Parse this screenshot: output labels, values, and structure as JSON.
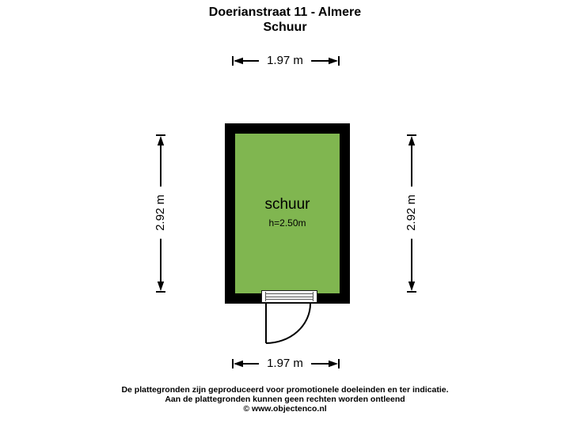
{
  "header": {
    "title_line1": "Doerianstraat 11 - Almere",
    "title_line2": "Schuur"
  },
  "floorplan": {
    "room": {
      "name": "schuur",
      "ceiling_height": "h=2.50m"
    },
    "dimensions": {
      "top": {
        "label": "1.97 m"
      },
      "bottom": {
        "label": "1.97 m"
      },
      "left": {
        "label": "2.92 m"
      },
      "right": {
        "label": "2.92 m"
      }
    }
  },
  "footer": {
    "disclaimer_line1": "De plattegronden zijn geproduceerd voor promotionele doeleinden en ter indicatie.",
    "disclaimer_line2": "Aan de plattegronden kunnen geen rechten worden ontleend",
    "copyright": "© www.objectenco.nl"
  },
  "colors": {
    "background": "#ffffff",
    "wall": "#000000",
    "room_fill": "#80b650",
    "pill_bg": "#ffffff",
    "text": "#000000",
    "sill_line": "#555555"
  }
}
